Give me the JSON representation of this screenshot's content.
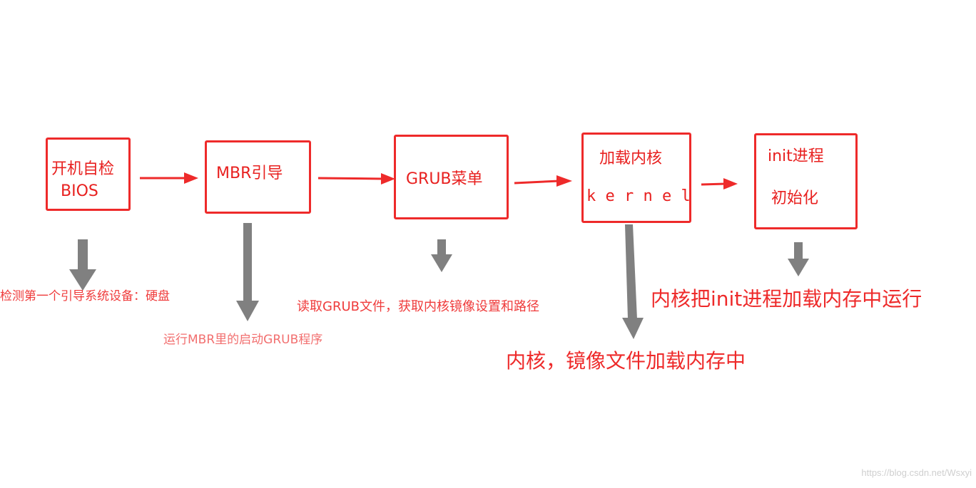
{
  "colors": {
    "box_border": "#ee2a2a",
    "box_text": "#e8201f",
    "flow_arrow": "#ee2a2a",
    "down_arrow": "#808080",
    "note_text": "#ef3b3b",
    "watermark": "#cfcfcf"
  },
  "steps": [
    {
      "line1": "开机自检",
      "line2": "BIOS"
    },
    {
      "line1": "MBR引导",
      "line2": ""
    },
    {
      "line1": "GRUB菜单",
      "line2": ""
    },
    {
      "line1": "加载内核",
      "line2": "k e r n e l"
    },
    {
      "line1": "init进程",
      "line2": "初始化"
    }
  ],
  "notes": [
    "检测第一个引导系统设备：硬盘",
    "运行MBR里的启动GRUB程序",
    "读取GRUB文件，获取内核镜像设置和路径",
    "内核，镜像文件加载内存中",
    "内核把init进程加载内存中运行"
  ],
  "watermark": "https://blog.csdn.net/Wsxyi"
}
